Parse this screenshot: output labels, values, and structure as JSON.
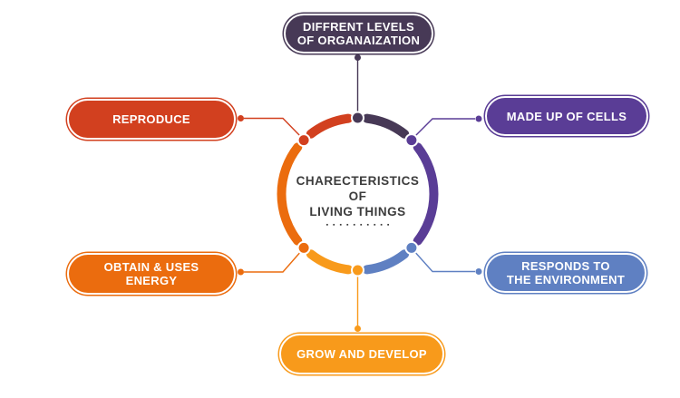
{
  "background": "#ffffff",
  "center": {
    "title_line1": "CHARECTERISTICS",
    "title_line2": "OF",
    "title_line3": "LIVING THINGS",
    "dots": "▪▪▪▪▪▪▪▪▪▪",
    "text_color": "#3c3c3c"
  },
  "branches": [
    {
      "id": "different-levels-of-organization",
      "label": "DIFFRENT LEVELS\nOF ORGANAIZATION",
      "color": "#473956",
      "position": "top"
    },
    {
      "id": "made-up-of-cells",
      "label": "MADE UP OF CELLS",
      "color": "#5a3d96",
      "position": "right-top"
    },
    {
      "id": "responds-to-the-environment",
      "label": "RESPONDS TO\nTHE ENVIRONMENT",
      "color": "#5f80c2",
      "position": "right-bottom"
    },
    {
      "id": "grow-and-develop",
      "label": "GROW AND DEVELOP",
      "color": "#f89a1b",
      "position": "bottom"
    },
    {
      "id": "obtain-and-uses-energy",
      "label": "OBTAIN & USES\nENERGY",
      "color": "#eb6c0e",
      "position": "left-bottom"
    },
    {
      "id": "reproduce",
      "label": "REPRODUCE",
      "color": "#d2401f",
      "position": "left-top"
    }
  ]
}
